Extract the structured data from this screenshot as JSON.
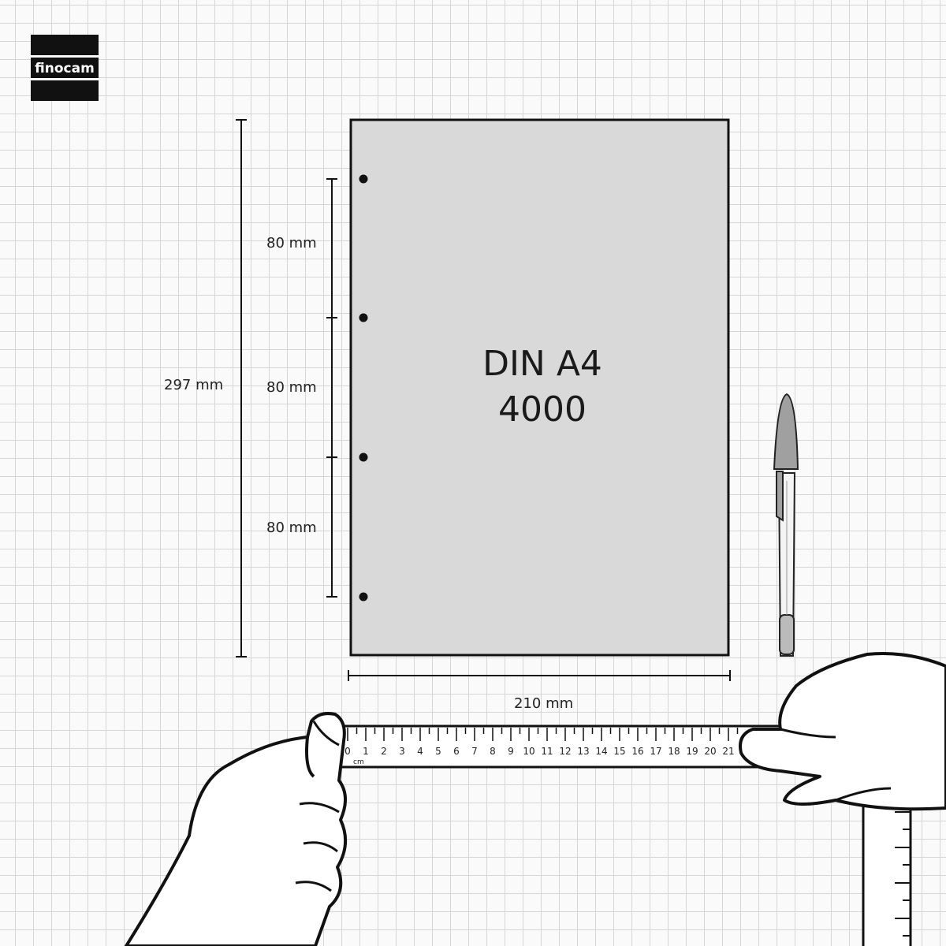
{
  "brand": {
    "logo_text": "finocam"
  },
  "sheet": {
    "title": "DIN A4",
    "model": "4000",
    "fill_color": "#d9d9d9"
  },
  "dimensions": {
    "height": "297 mm",
    "width": "210 mm",
    "hole_spacing": [
      "80 mm",
      "80 mm",
      "80 mm"
    ]
  },
  "ruler": {
    "unit": "cm",
    "numbers": [
      "0",
      "1",
      "2",
      "3",
      "4",
      "5",
      "6",
      "7",
      "8",
      "9",
      "10",
      "11",
      "12",
      "13",
      "14",
      "15",
      "16",
      "17",
      "18",
      "19",
      "20",
      "21"
    ]
  },
  "icons": [
    "pen-icon",
    "hand-icon",
    "ruler-icon"
  ]
}
